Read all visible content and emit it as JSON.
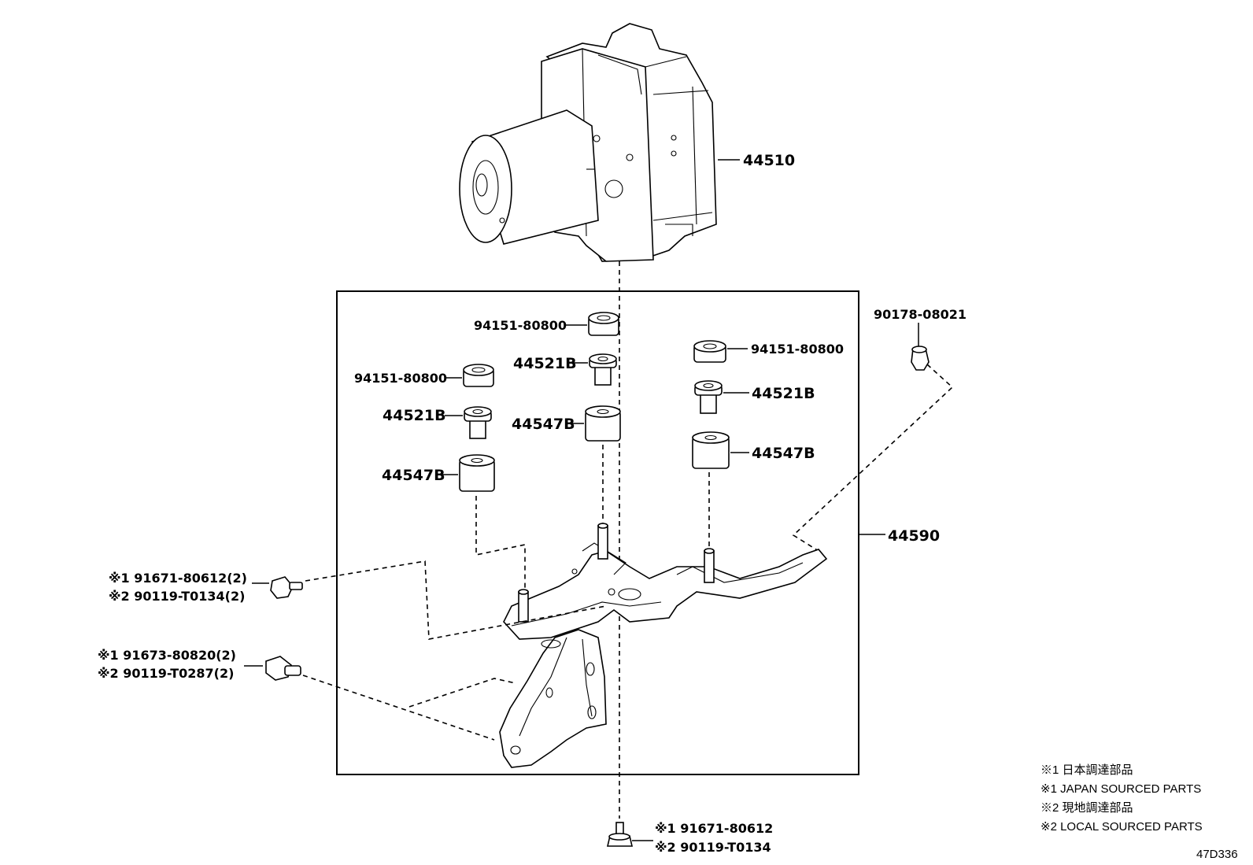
{
  "parts": {
    "actuator": "44510",
    "bracket": "44590",
    "clip": "90178-08021",
    "collar_top": "94151-80800",
    "collar_left": "94151-80800",
    "collar_right": "94151-80800",
    "bush_center": "44521B",
    "bush_left": "44521B",
    "bush_right": "44521B",
    "cushion_center": "44547B",
    "cushion_left": "44547B",
    "cushion_right": "44547B"
  },
  "bolts": {
    "side_bolt_1": "※1 91671-80612(2)",
    "side_bolt_2": "※2 90119-T0134(2)",
    "lower_bolt_1": "※1 91673-80820(2)",
    "lower_bolt_2": "※2 90119-T0287(2)",
    "bottom_bolt_1": "※1 91671-80612",
    "bottom_bolt_2": "※2 90119-T0134"
  },
  "legend": [
    "※1 日本調達部品",
    "※1 JAPAN SOURCED PARTS",
    "※2 現地調達部品",
    "※2 LOCAL SOURCED PARTS"
  ],
  "figure_ref": "47D336"
}
